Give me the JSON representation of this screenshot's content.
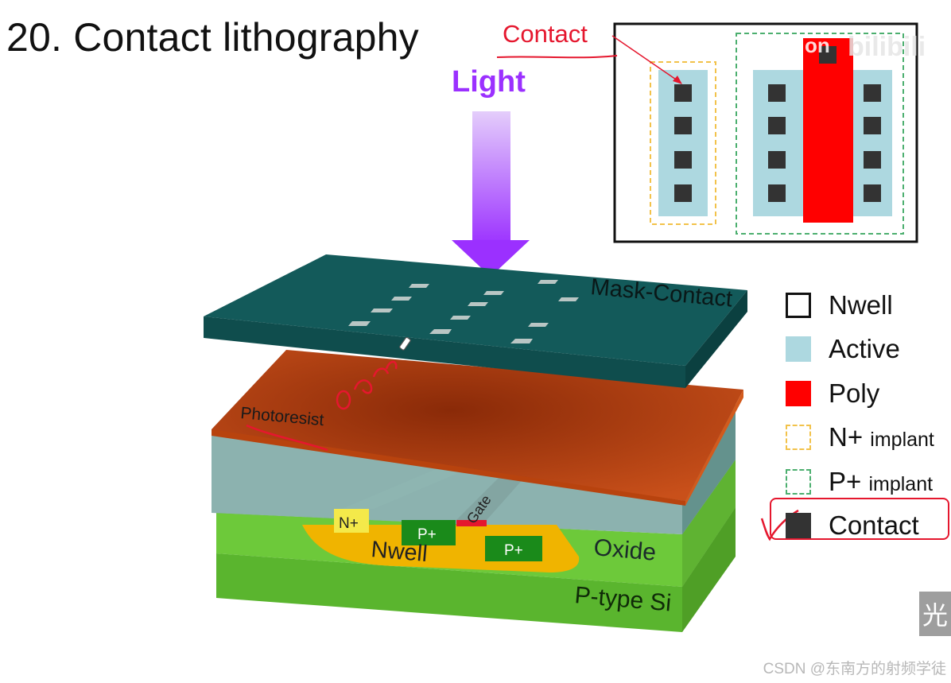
{
  "slide": {
    "title": "20. Contact lithography",
    "light_label": "Light",
    "annotation_contact": "Contact",
    "watermark_on": "on",
    "watermark_brand": "bilibili",
    "side_badge": "光",
    "csdn_credit": "CSDN @东南方的射频学徒"
  },
  "diagram_labels": {
    "mask": "Mask-Contact",
    "photoresist": "Photoresist",
    "oxide": "Oxide",
    "substrate": "P-type Si",
    "nwell": "Nwell",
    "n_plus": "N+",
    "p_plus_left": "P+",
    "p_plus_right": "P+",
    "gate": "Gate"
  },
  "legend": [
    {
      "label": "Nwell",
      "sub": "",
      "style": "nwell"
    },
    {
      "label": "Active",
      "sub": "",
      "style": "active"
    },
    {
      "label": "Poly",
      "sub": "",
      "style": "poly"
    },
    {
      "label": "N+",
      "sub": "implant",
      "style": "nplus"
    },
    {
      "label": "P+",
      "sub": "implant",
      "style": "pplus"
    },
    {
      "label": "Contact",
      "sub": "",
      "style": "contact"
    }
  ],
  "colors": {
    "light_arrow": "#9b30ff",
    "mask": "#135a5a",
    "photoresist": "#c24a10",
    "oxide": "#7faaa6",
    "substrate": "#6dc93a",
    "nwell": "#f0b400",
    "active": "#add8e0",
    "poly": "#ff0000",
    "n_implant": "#f2c24a",
    "p_implant": "#4caf6f",
    "contact": "#333333",
    "annotation_red": "#e5172e"
  }
}
